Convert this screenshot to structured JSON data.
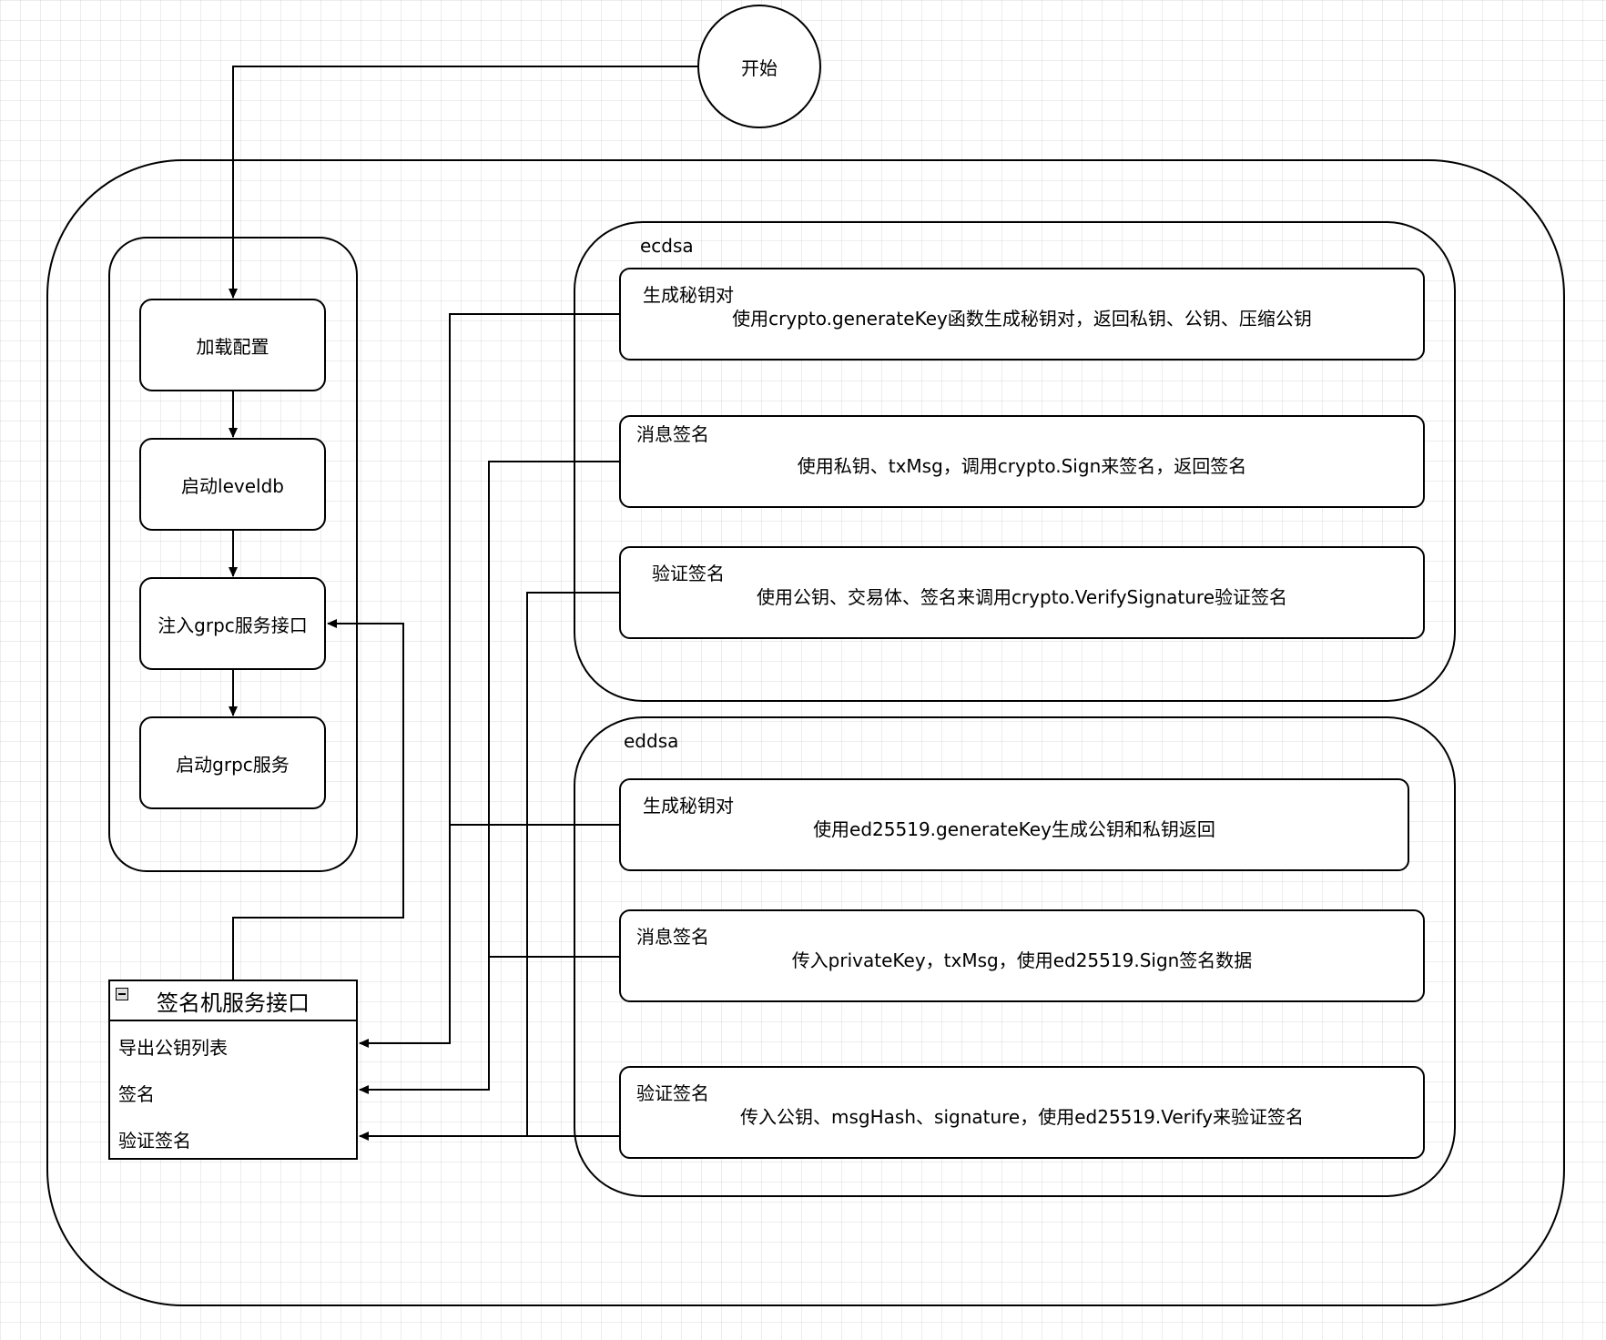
{
  "start": {
    "label": "开始"
  },
  "pipeline": {
    "steps": [
      {
        "label": "加载配置"
      },
      {
        "label": "启动leveldb"
      },
      {
        "label": "注入grpc服务接口"
      },
      {
        "label": "启动grpc服务"
      }
    ]
  },
  "ecdsa": {
    "title": "ecdsa",
    "keygen": {
      "title": "生成秘钥对",
      "desc": "使用crypto.generateKey函数生成秘钥对，返回私钥、公钥、压缩公钥"
    },
    "sign": {
      "title": "消息签名",
      "desc": "使用私钥、txMsg，调用crypto.Sign来签名，返回签名"
    },
    "verify": {
      "title": "验证签名",
      "desc": "使用公钥、交易体、签名来调用crypto.VerifySignature验证签名"
    }
  },
  "eddsa": {
    "title": "eddsa",
    "keygen": {
      "title": "生成秘钥对",
      "desc": "使用ed25519.generateKey生成公钥和私钥返回"
    },
    "sign": {
      "title": "消息签名",
      "desc": "传入privateKey，txMsg，使用ed25519.Sign签名数据"
    },
    "verify": {
      "title": "验证签名",
      "desc": "传入公钥、msgHash、signature，使用ed25519.Verify来验证签名"
    }
  },
  "service_interface": {
    "title": "签名机服务接口",
    "items": [
      {
        "label": "导出公钥列表"
      },
      {
        "label": "签名"
      },
      {
        "label": "验证签名"
      }
    ]
  }
}
